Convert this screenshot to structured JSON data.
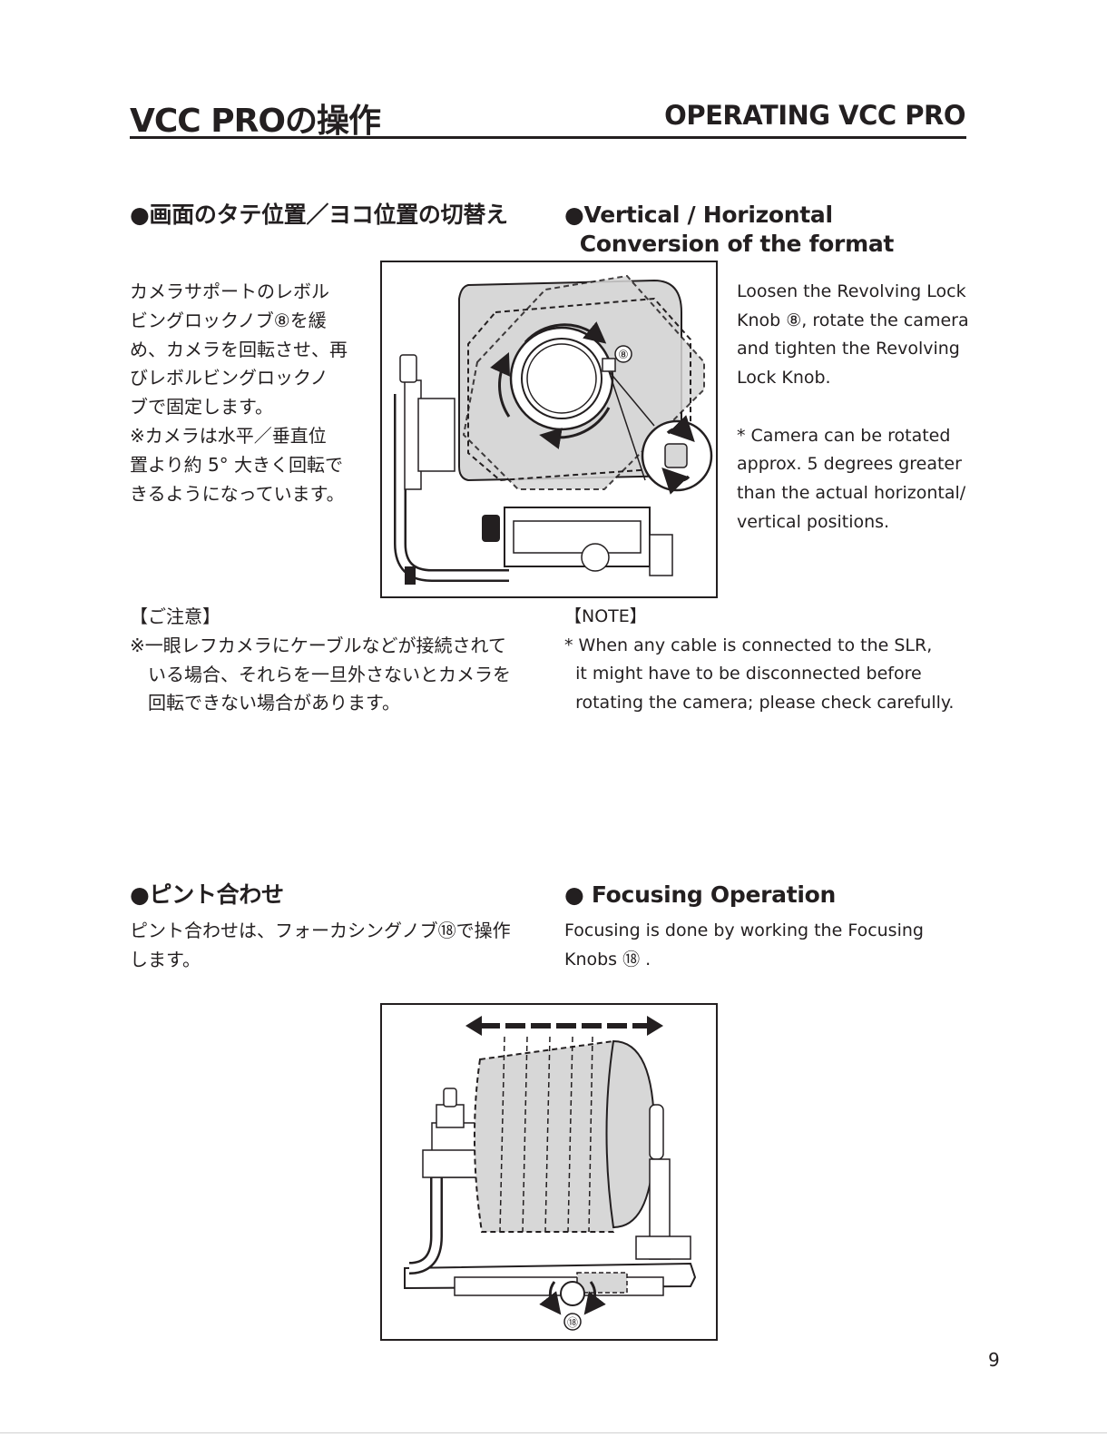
{
  "header": {
    "title_jp": "VCC PROの操作",
    "title_en": "OPERATING VCC PRO"
  },
  "section1": {
    "heading_jp": "●画面のタテ位置／ヨコ位置の切替え",
    "heading_en": "●Vertical / Horizontal\n  Conversion of the format",
    "body_jp": "カメラサポートのレボル\nビングロックノブ⑧を緩\nめ、カメラを回転させ、再\nびレボルビングロックノ\nブで固定します。\n※カメラは水平／垂直位\n置より約 5° 大きく回転で\nきるようになっています。",
    "body_en": "Loosen the Revolving Lock\nKnob ⑧, rotate the camera\nand tighten the Revolving\nLock Knob.\n\n* Camera can be rotated\napprox. 5 degrees greater\nthan the actual horizontal/\nvertical positions.",
    "figure": {
      "callout": "⑧"
    },
    "note_jp": "【ご注意】\n※一眼レフカメラにケーブルなどが接続されて\n　いる場合、それらを一旦外さないとカメラを\n　回転できない場合があります。",
    "note_en": "【NOTE】\n* When any cable is connected to the SLR,\n  it might have to be disconnected before\n  rotating the camera; please check carefully."
  },
  "section2": {
    "heading_jp": "●ピント合わせ",
    "heading_en": "● Focusing Operation",
    "body_jp": "ピント合わせは、フォーカシングノブ⑱で操作\nします。",
    "body_en": "Focusing is done by working the Focusing\nKnobs ⑱ .",
    "figure": {
      "callout": "⑱"
    }
  },
  "page_number": "9"
}
